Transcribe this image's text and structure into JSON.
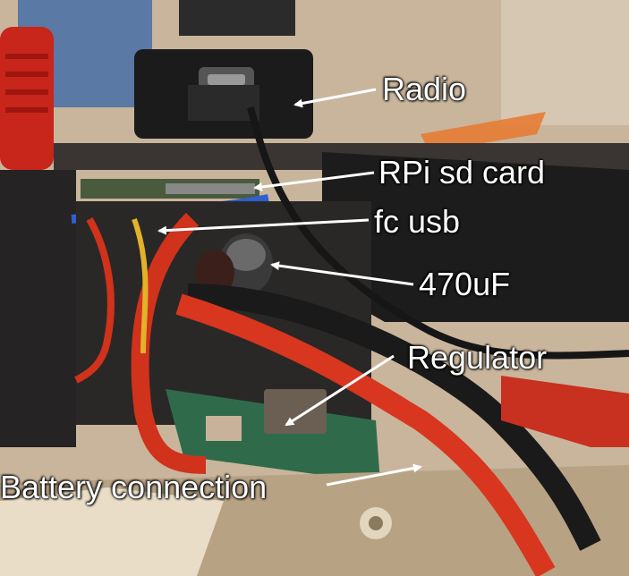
{
  "photo": {
    "subject": "drone-electronics-stack",
    "colors": {
      "background_wall": "#c9b59c",
      "frame_carbon": "#1d1c1c",
      "wire_red": "#d8361f",
      "wire_black": "#1a1a1a",
      "board_green": "#2f6b4a",
      "annotation_text": "#ffffff"
    }
  },
  "annotations": [
    {
      "id": "radio",
      "text": "Radio"
    },
    {
      "id": "rpi-sd-card",
      "text": "RPi sd card"
    },
    {
      "id": "fc-usb",
      "text": "fc usb"
    },
    {
      "id": "capacitor",
      "text": "470uF"
    },
    {
      "id": "regulator",
      "text": "Regulator"
    },
    {
      "id": "battery-connection",
      "text": "Battery connection"
    }
  ]
}
